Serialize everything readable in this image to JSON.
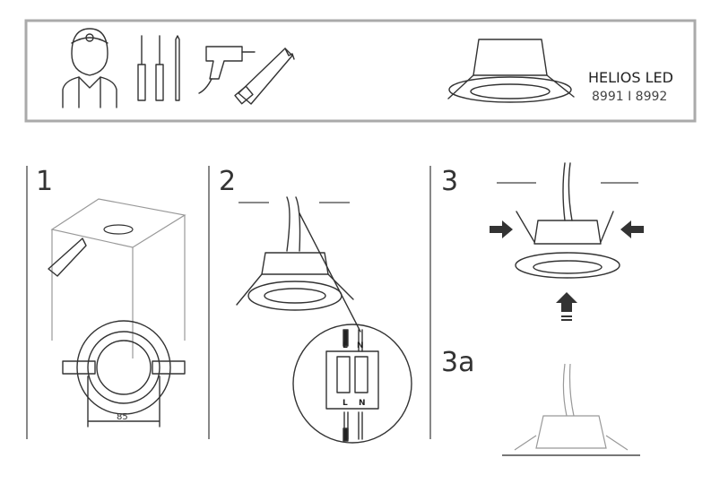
{
  "header": {
    "product_name": "HELIOS LED",
    "model_numbers": "8991 I 8992",
    "tools_icons": [
      "installer-icon",
      "screwdriver-icon",
      "pencil-icon",
      "drill-icon",
      "saw-icon"
    ]
  },
  "steps": [
    {
      "number": "1",
      "dimension_label": "85"
    },
    {
      "number": "2",
      "terminal_top_left": "L",
      "terminal_top_right": "N",
      "terminal_bottom_left": "L",
      "terminal_bottom_right": "N"
    },
    {
      "number": "3"
    },
    {
      "number": "3a"
    }
  ],
  "colors": {
    "frame": "#aaaaaa",
    "line": "#333333",
    "divider": "#888888"
  }
}
